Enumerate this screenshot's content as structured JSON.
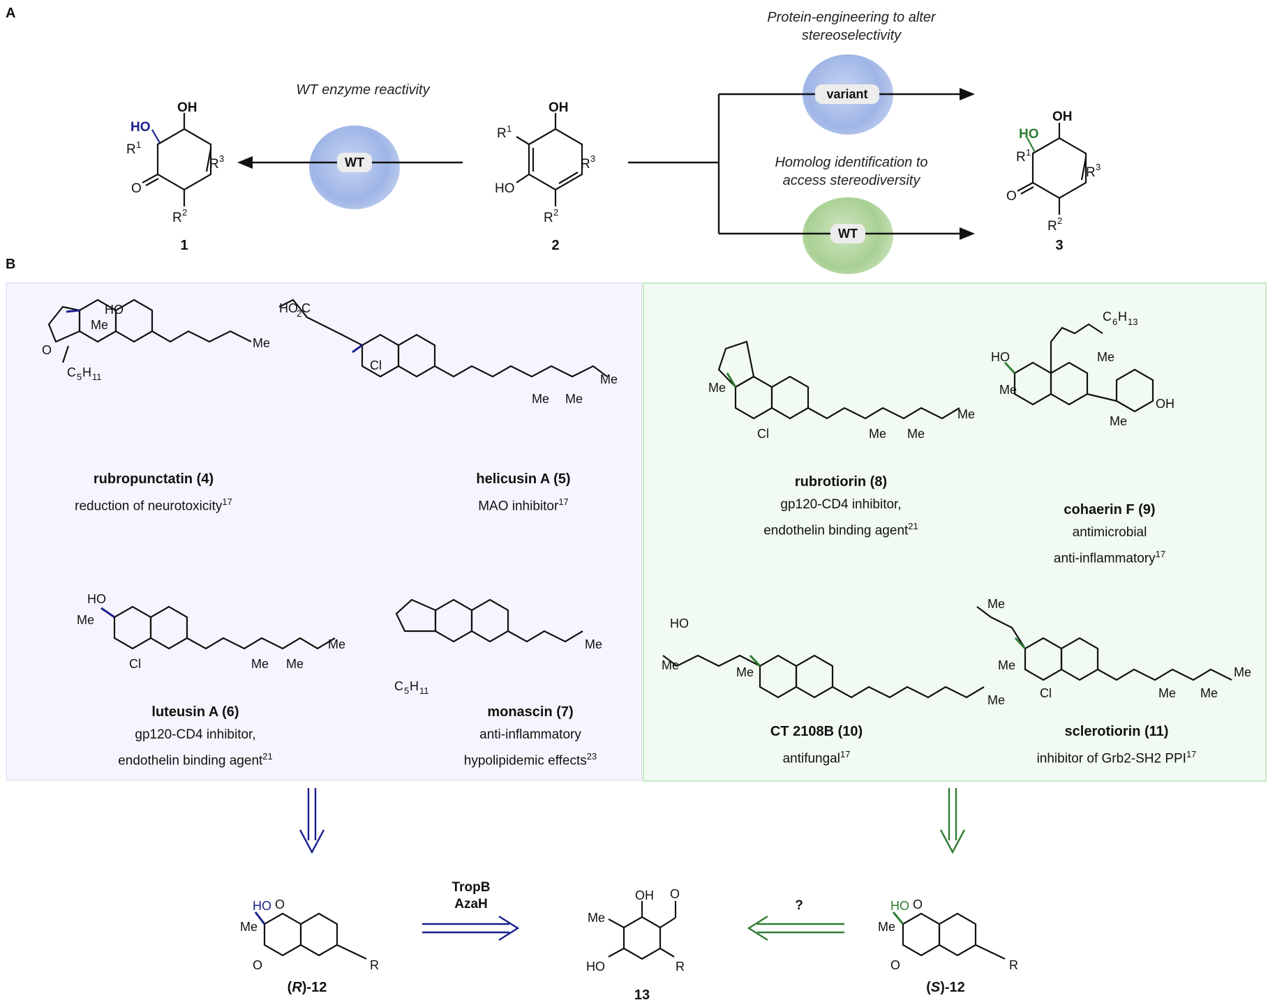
{
  "panels": {
    "a_label": "A",
    "b_label": "B"
  },
  "section_a": {
    "wt_reactivity": "WT enzyme reactivity",
    "protein_eng_line1": "Protein-engineering to alter",
    "protein_eng_line2": "stereoselectivity",
    "homolog_line1": "Homolog identification to",
    "homolog_line2": "access stereodiversity",
    "enzyme_wt_left": "WT",
    "enzyme_variant": "variant",
    "enzyme_wt_right": "WT",
    "compound_1": "1",
    "compound_2": "2",
    "compound_3": "3"
  },
  "section_b": {
    "compounds": [
      {
        "name": "rubropunctatin (4)",
        "desc1": "reduction of neurotoxicity",
        "sup1": "17"
      },
      {
        "name": "helicusin A (5)",
        "desc1": "MAO inhibitor",
        "sup1": "17"
      },
      {
        "name": "luteusin A (6)",
        "desc1": "gp120-CD4 inhibitor,",
        "desc2": "endothelin binding agent",
        "sup2": "21"
      },
      {
        "name": "monascin (7)",
        "desc1": "anti-inflammatory",
        "desc2": "hypolipidemic effects",
        "sup2": "23"
      },
      {
        "name": "rubrotiorin (8)",
        "desc1": "gp120-CD4 inhibitor,",
        "desc2": "endothelin binding agent",
        "sup2": "21"
      },
      {
        "name": "cohaerin F (9)",
        "desc1": "antimicrobial",
        "desc2": "anti-inflammatory",
        "sup2": "17"
      },
      {
        "name": "CT 2108B (10)",
        "desc1": "antifungal",
        "sup1": "17"
      },
      {
        "name": "sclerotiorin (11)",
        "desc1": "inhibitor of Grb2-SH2 PPI",
        "sup1": "17"
      }
    ]
  },
  "bottom": {
    "enzyme1": "TropB",
    "enzyme2": "AzaH",
    "question": "?",
    "r12_prefix": "(",
    "r12_stereo": "R",
    "r12_suffix": ")-12",
    "s12_prefix": "(",
    "s12_stereo": "S",
    "s12_suffix": ")-12",
    "compound_13": "13"
  },
  "colors": {
    "blue": "#1a1f8c",
    "green": "#2e7d32",
    "blue_panel": "#f6f5ff",
    "green_panel": "#f1fbf1"
  }
}
